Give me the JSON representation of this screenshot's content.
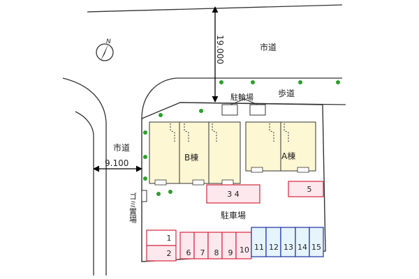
{
  "labels": {
    "city_road_top": "市道",
    "sidewalk": "歩道",
    "bicycle_parking": "駐輪場",
    "city_road_left": "市道",
    "width_left": "9.100",
    "width_top": "19.000",
    "building_b": "B棟",
    "building_a": "A棟",
    "parking": "駐車場",
    "garbage": "ゴミ置場",
    "north": "N"
  },
  "spaces": [
    {
      "id": "s1",
      "label": "1"
    },
    {
      "id": "s2",
      "label": "2"
    },
    {
      "id": "s34",
      "label": "3 4"
    },
    {
      "id": "s5",
      "label": "5"
    },
    {
      "id": "s6",
      "label": "6"
    },
    {
      "id": "s7",
      "label": "7"
    },
    {
      "id": "s8",
      "label": "8"
    },
    {
      "id": "s9",
      "label": "9"
    },
    {
      "id": "s10",
      "label": "10"
    },
    {
      "id": "s11",
      "label": "11"
    },
    {
      "id": "s12",
      "label": "12"
    },
    {
      "id": "s13",
      "label": "13"
    },
    {
      "id": "s14",
      "label": "14"
    },
    {
      "id": "s15",
      "label": "15"
    }
  ],
  "colors": {
    "tree": "#2ba02b",
    "lot_red": "#d8354a",
    "lot_blue": "#2a3fa8",
    "building_fill": "#fdf7d3"
  }
}
